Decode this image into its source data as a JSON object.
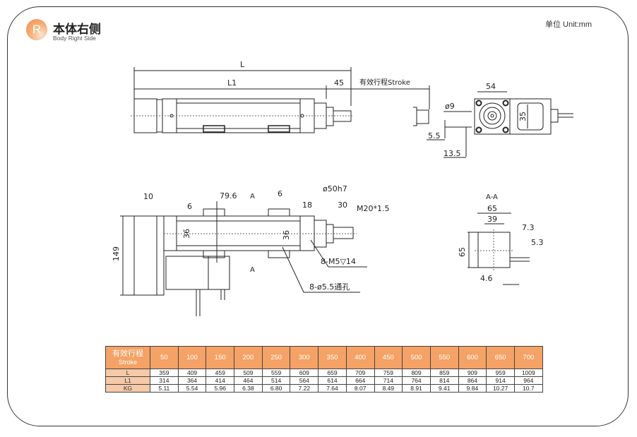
{
  "header": {
    "logo_letter": "R",
    "title": "本体右侧",
    "subtitle": "Body Right Side",
    "unit": "单位 Unit:mm"
  },
  "drawing": {
    "top_view": {
      "L": "L",
      "L1": "L1",
      "d45": "45",
      "stroke": "有效行程Stroke"
    },
    "end_view": {
      "d54": "54",
      "d9": "ø9",
      "d5_5": "5.5",
      "d13_5": "13.5",
      "d35": "35"
    },
    "side_view": {
      "d10": "10",
      "d79_6": "79.6",
      "A_top": "A",
      "d6a": "6",
      "d6b": "6",
      "d18": "18",
      "d50h7": "ø50h7",
      "d30": "30",
      "m20": "M20*1.5",
      "d36a": "36",
      "d36b": "36",
      "d149": "149",
      "m5": "8-M5▽14",
      "hole": "8-ø5.5通孔",
      "A_bottom": "A"
    },
    "section": {
      "title": "A-A",
      "d65w": "65",
      "d39": "39",
      "d65h": "65",
      "d7_3": "7.3",
      "d5_3": "5.3",
      "d4_6": "4.6"
    }
  },
  "table": {
    "header_label": "有效行程",
    "header_sub": "Stroke",
    "strokes": [
      "50",
      "100",
      "150",
      "200",
      "250",
      "300",
      "350",
      "400",
      "450",
      "500",
      "550",
      "600",
      "650",
      "700"
    ],
    "rows": [
      {
        "label": "L",
        "values": [
          "359",
          "409",
          "459",
          "509",
          "559",
          "609",
          "659",
          "709",
          "759",
          "809",
          "859",
          "909",
          "959",
          "1009"
        ]
      },
      {
        "label": "L1",
        "values": [
          "314",
          "364",
          "414",
          "464",
          "514",
          "564",
          "614",
          "664",
          "714",
          "764",
          "814",
          "864",
          "914",
          "964"
        ]
      },
      {
        "label": "KG",
        "values": [
          "5.11",
          "5.54",
          "5.96",
          "6.38",
          "6.80",
          "7.22",
          "7.64",
          "8.07",
          "8.49",
          "8.91",
          "9.41",
          "9.84",
          "10.27",
          "10.7"
        ]
      }
    ]
  }
}
